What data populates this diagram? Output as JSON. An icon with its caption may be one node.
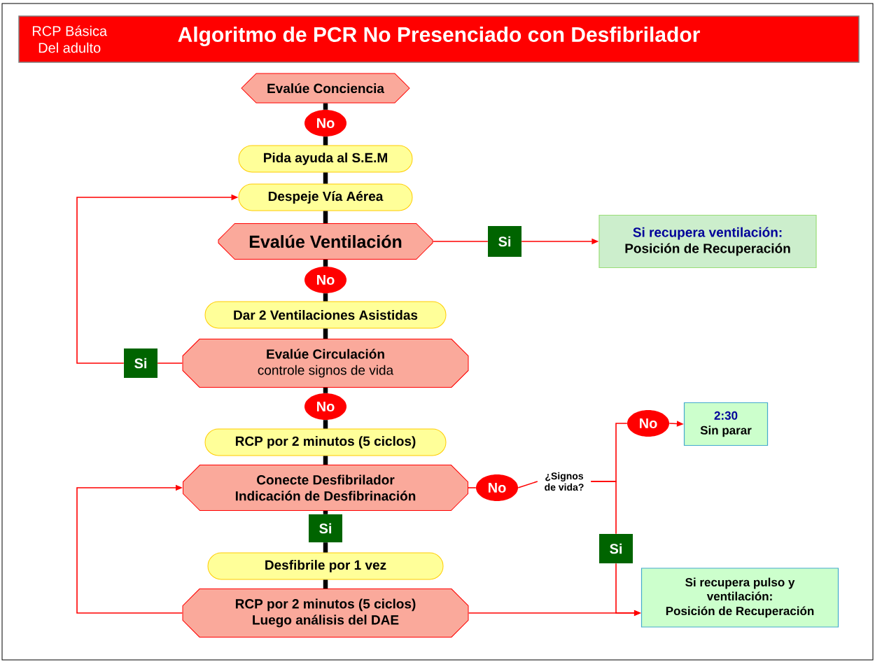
{
  "diagram": {
    "nodes": [
      {
        "text": [
          "RCP Básica Del adulto",
          "Algoritmo de PCR No Presenciado con Desfibrilador"
        ]
      },
      {
        "text": [
          "Evalúe Conciencia"
        ]
      },
      {
        "text": [
          "No"
        ]
      },
      {
        "text": [
          "Pida ayuda al S.E.M"
        ]
      },
      {
        "text": [
          "Despeje Vía Aérea"
        ]
      },
      {
        "text": [
          "Evalúe Ventilación"
        ]
      },
      {
        "text": [
          "Si"
        ]
      },
      {
        "text": [
          "Si recupera ventilación:",
          "Posición de Recuperación"
        ]
      },
      {
        "text": [
          "No"
        ]
      },
      {
        "text": [
          "Dar 2 Ventilaciones Asistidas"
        ]
      },
      {
        "text": [
          "Evalúe Circulación",
          "controle signos de vida"
        ]
      },
      {
        "text": [
          "Si"
        ]
      },
      {
        "text": [
          "No"
        ]
      },
      {
        "text": [
          "RCP por 2 minutos (5 ciclos)"
        ]
      },
      {
        "text": [
          "Conecte Desfibrilador",
          "Indicación de Desfibrinación"
        ]
      },
      {
        "text": [
          "No"
        ]
      },
      {
        "text": [
          "¿Signos de vida?"
        ]
      },
      {
        "text": [
          "No"
        ]
      },
      {
        "text": [
          "2:30",
          "Sin parar"
        ]
      },
      {
        "text": [
          "Si"
        ]
      },
      {
        "text": [
          "Si"
        ]
      },
      {
        "text": [
          "Desfibrile por 1 vez"
        ]
      },
      {
        "text": [
          "RCP por 2 minutos (5 ciclos)",
          "Luego análisis del DAE"
        ]
      },
      {
        "text": [
          "Si recupera pulso y ventilación:",
          "Posición de Recuperación"
        ]
      }
    ],
    "edges": [
      {
        "from": 1,
        "to": 2,
        "arrow": "none"
      },
      {
        "from": 2,
        "to": 3,
        "arrow": "none"
      },
      {
        "from": 3,
        "to": 4,
        "arrow": "none"
      },
      {
        "from": 4,
        "to": 5,
        "arrow": "none"
      },
      {
        "from": 5,
        "to": 8,
        "arrow": "none"
      },
      {
        "from": 8,
        "to": 9,
        "arrow": "none"
      },
      {
        "from": 9,
        "to": 10,
        "arrow": "none"
      },
      {
        "from": 10,
        "to": 12,
        "arrow": "none"
      },
      {
        "from": 12,
        "to": 13,
        "arrow": "none"
      },
      {
        "from": 13,
        "to": 14,
        "arrow": "none"
      },
      {
        "from": 14,
        "to": 20,
        "arrow": "none"
      },
      {
        "from": 20,
        "to": 21,
        "arrow": "none"
      },
      {
        "from": 21,
        "to": 22,
        "arrow": "none"
      },
      {
        "from": 5,
        "to": 6,
        "arrow": "none",
        "color": "#ff0000"
      },
      {
        "from": 6,
        "to": 7,
        "arrow": "to",
        "color": "#ff0000"
      },
      {
        "from": 10,
        "to": 11,
        "arrow": "none",
        "color": "#ff0000"
      },
      {
        "from": 11,
        "to": 4,
        "arrow": "to",
        "color": "#ff0000"
      },
      {
        "from": 14,
        "to": 15,
        "arrow": "none",
        "color": "#ff0000"
      },
      {
        "from": 15,
        "to": 16,
        "arrow": "none",
        "color": "#ff0000"
      },
      {
        "from": 16,
        "to": 17,
        "arrow": "none",
        "color": "#ff0000"
      },
      {
        "from": 17,
        "to": 18,
        "arrow": "to",
        "color": "#ff0000"
      },
      {
        "from": 16,
        "to": 19,
        "arrow": "none",
        "color": "#ff0000"
      },
      {
        "from": 19,
        "to": 23,
        "arrow": "to",
        "color": "#ff0000"
      },
      {
        "from": 22,
        "to": 23,
        "arrow": "to",
        "color": "#ff0000"
      },
      {
        "from": 22,
        "to": 14,
        "arrow": "to",
        "color": "#ff0000"
      }
    ]
  }
}
